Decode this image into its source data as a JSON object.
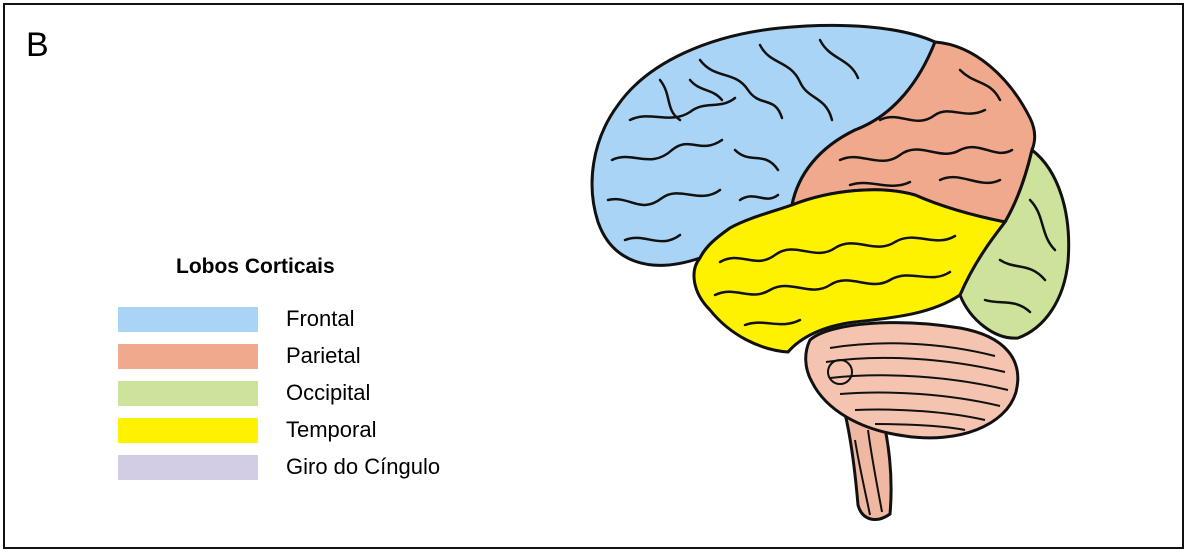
{
  "panel": {
    "letter": "B"
  },
  "legend": {
    "title": "Lobos Corticais",
    "items": [
      {
        "key": "frontal",
        "label": "Frontal",
        "color": "#aad4f5"
      },
      {
        "key": "parietal",
        "label": "Parietal",
        "color": "#f0a98c"
      },
      {
        "key": "occipital",
        "label": "Occipital",
        "color": "#cde29a"
      },
      {
        "key": "temporal",
        "label": "Temporal",
        "color": "#fff200"
      },
      {
        "key": "cingulate",
        "label": "Giro do Cíngulo",
        "color": "#d2cce4"
      }
    ]
  },
  "brain_colors": {
    "frontal": "#aad4f5",
    "parietal": "#f0a98c",
    "occipital": "#cde29a",
    "temporal": "#fff200",
    "cerebellum": "#f5c4b0",
    "brainstem": "#f0b8a2",
    "outline": "#111111"
  }
}
